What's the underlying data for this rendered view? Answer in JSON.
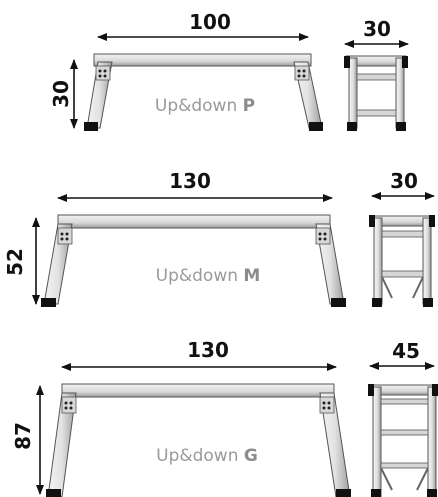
{
  "models": [
    {
      "name": "Up&down",
      "letter": "P",
      "length": "100",
      "height": "30",
      "width": "30"
    },
    {
      "name": "Up&down",
      "letter": "M",
      "length": "130",
      "height": "52",
      "width": "30"
    },
    {
      "name": "Up&down",
      "letter": "G",
      "length": "130",
      "height": "87",
      "width": "45"
    }
  ],
  "colors": {
    "frame_light": "#eeeeee",
    "frame_dark": "#8f8f8f",
    "foot": "#111111",
    "arrow": "#111111"
  }
}
